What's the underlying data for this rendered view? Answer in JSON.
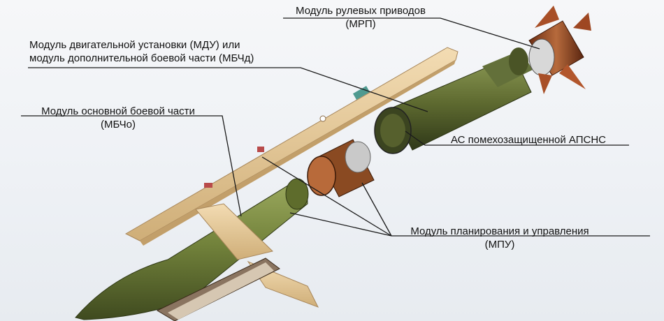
{
  "labels": {
    "mrp": {
      "line1": "Модуль рулевых приводов",
      "line2": "(МРП)"
    },
    "mdu": {
      "line1": "Модуль двигательной установки (МДУ) или",
      "line2": "модуль дополнительной боевой части (МБЧд)"
    },
    "mbcho": {
      "line1": "Модуль основной боевой части",
      "line2": "(МБЧо)"
    },
    "as": {
      "line1": "АС помехозащищенной АПСНС"
    },
    "mpu": {
      "line1": "Модуль планирования и управления",
      "line2": "(МПУ)"
    }
  },
  "colors": {
    "body_green": "#6f7f3a",
    "wing_tan": "#e6c99a",
    "servo_copper": "#b2562c",
    "leader_line": "#1a1a1a"
  }
}
